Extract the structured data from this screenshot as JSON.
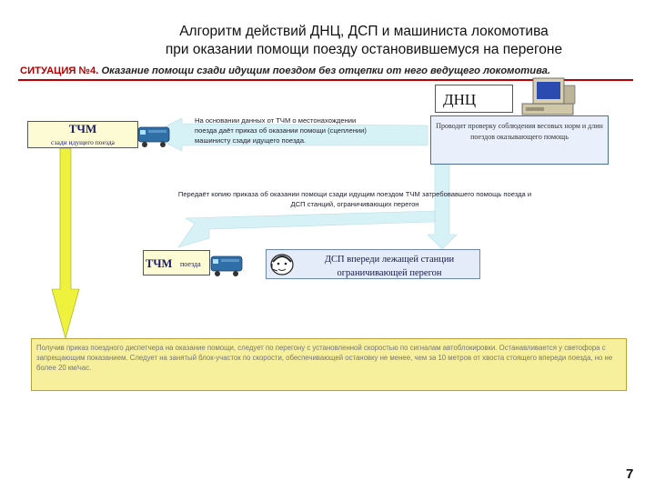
{
  "title_line1": "Алгоритм действий ДНЦ, ДСП и машиниста локомотива",
  "title_line2": "при оказании помощи поезду остановившемуся на перегоне",
  "situation_label": "СИТУАЦИЯ №4.",
  "situation_text": "Оказание помощи сзади идущим поездом без отцепки от него ведущего локомотива.",
  "dnc": {
    "label": "ДНЦ",
    "text": "Проводит проверку соблюдения весовых норм и длин поездов оказывающего помощь"
  },
  "tchm_front": {
    "label": "ТЧМ",
    "sub": "сзади идущего поезда"
  },
  "order_text": "На основании данных от ТЧМ о местонахождении поезда даёт приказ об оказании помощи (сцеплении) машинисту сзади идущего поезда.",
  "copy_text": "Передаёт копию приказа об оказании помощи сзади идущим поездом ТЧМ затребовавшего помощь поезда и ДСП станций, ограничивающих перегон",
  "tchm_train": {
    "label": "ТЧМ",
    "sub": "поезда"
  },
  "dsp": {
    "line1": "ДСП впереди лежащей станции",
    "line2": "ограничивающей перегон"
  },
  "bottom_text": "Получив приказ поездного диспетчера на оказание помощи, следует по перегону с установленной скоростью по сигналам автоблокировки. Останавливается у светофора с запрещающим показанием. Следует на занятый блок-участок по скорости, обеспечивающей остановку не менее, чем за 10 метров от хвоста стоящего впереди поезда, но не более 20 км/час.",
  "page_number": "7",
  "colors": {
    "arrow_yellow": "#eef23c",
    "arrow_cyan": "#d7f2f7",
    "title_red_line": "#c00000",
    "box_yellow": "#f6ef9c"
  }
}
